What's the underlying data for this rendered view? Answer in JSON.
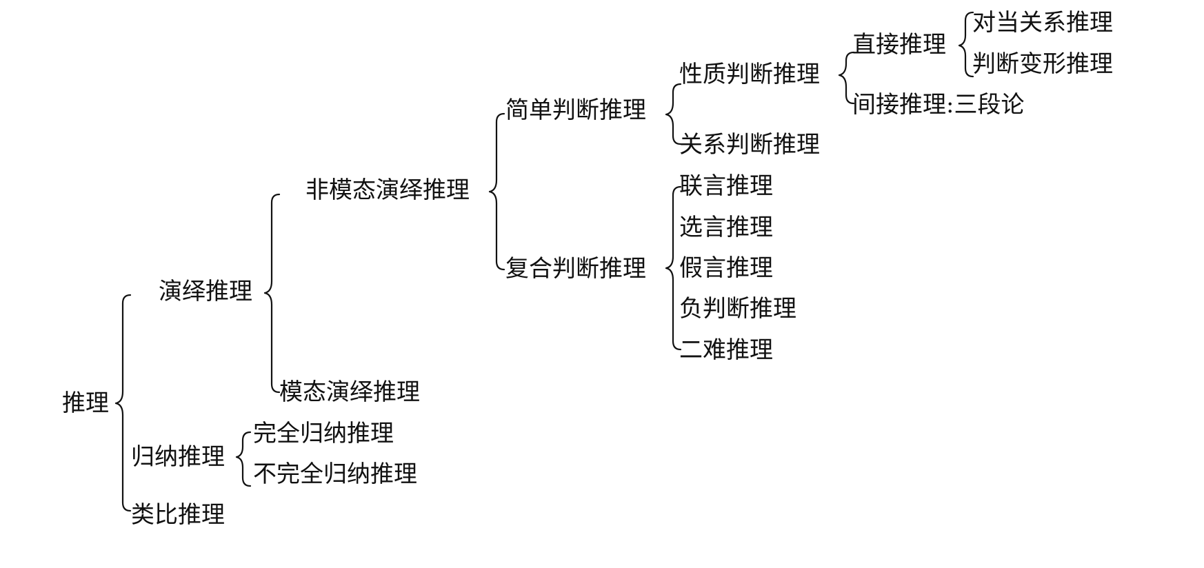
{
  "tree": {
    "root": "推理",
    "deduction": "演绎推理",
    "non_modal_deduction": "非模态演绎推理",
    "modal_deduction": "模态演绎推理",
    "simple_judgment": "简单判断推理",
    "compound_judgment": "复合判断推理",
    "property_judgment": "性质判断推理",
    "relation_judgment": "关系判断推理",
    "direct": "直接推理",
    "indirect": "间接推理:三段论",
    "opposition": "对当关系推理",
    "transformation": "判断变形推理",
    "conjunctive": "联言推理",
    "disjunctive": "选言推理",
    "hypothetical": "假言推理",
    "negative": "负判断推理",
    "dilemma": "二难推理",
    "induction": "归纳推理",
    "complete_induction": "完全归纳推理",
    "incomplete_induction": "不完全归纳推理",
    "analogy": "类比推理"
  }
}
